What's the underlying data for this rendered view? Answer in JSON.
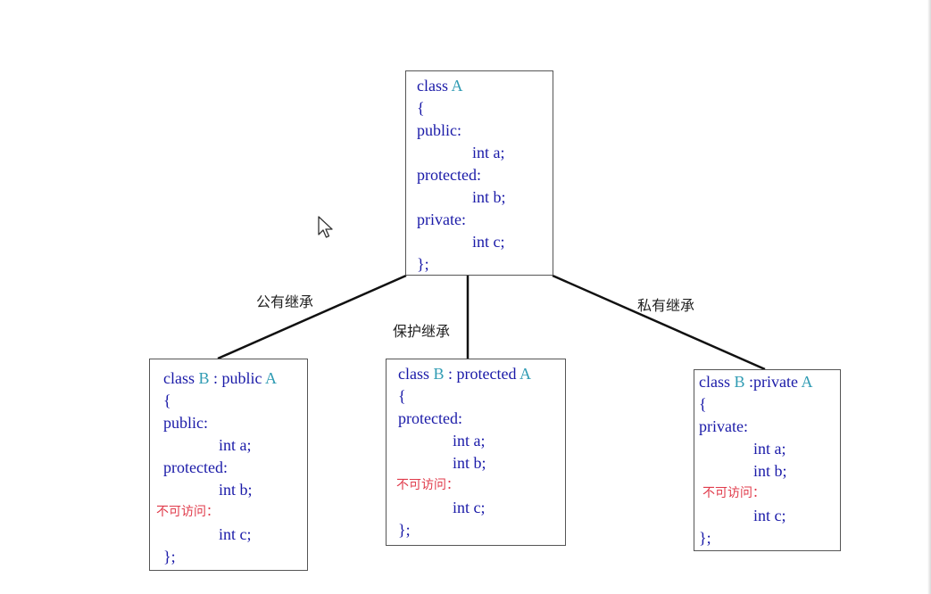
{
  "diagram": {
    "base": {
      "class_kw": "class",
      "name": "A",
      "open": "{",
      "public_label": "public:",
      "member_a": "int a;",
      "protected_label": "protected:",
      "member_b": "int b;",
      "private_label": "private:",
      "member_c": "int c;",
      "close": "};"
    },
    "public_child": {
      "class_kw": "class",
      "name": "B",
      "inherit": ": public",
      "base_name": "A",
      "open": "{",
      "public_label": "public:",
      "member_a": "int a;",
      "protected_label": "protected:",
      "member_b": "int b;",
      "inaccessible_label": "不可访问：",
      "member_c": "int c;",
      "close": "};"
    },
    "protected_child": {
      "class_kw": "class",
      "name": "B",
      "inherit": ": protected",
      "base_name": "A",
      "open": "{",
      "protected_label": "protected:",
      "member_a": "int a;",
      "member_b": "int b;",
      "inaccessible_label": "不可访问：",
      "member_c": "int c;",
      "close": "};"
    },
    "private_child": {
      "class_kw": "class",
      "name": "B",
      "inherit": ":private",
      "base_name": "A",
      "open": "{",
      "private_label": "private:",
      "member_a": "int a;",
      "member_b": "int b;",
      "inaccessible_label": "不可访问：",
      "member_c": "int c;",
      "close": "};"
    },
    "edges": {
      "public_label": "公有继承",
      "protected_label": "保护继承",
      "private_label": "私有继承"
    }
  },
  "colors": {
    "keyword": "#1a1aa8",
    "class_name": "#2f9bb3",
    "inaccessible": "#e03b4b",
    "border": "#555555"
  }
}
